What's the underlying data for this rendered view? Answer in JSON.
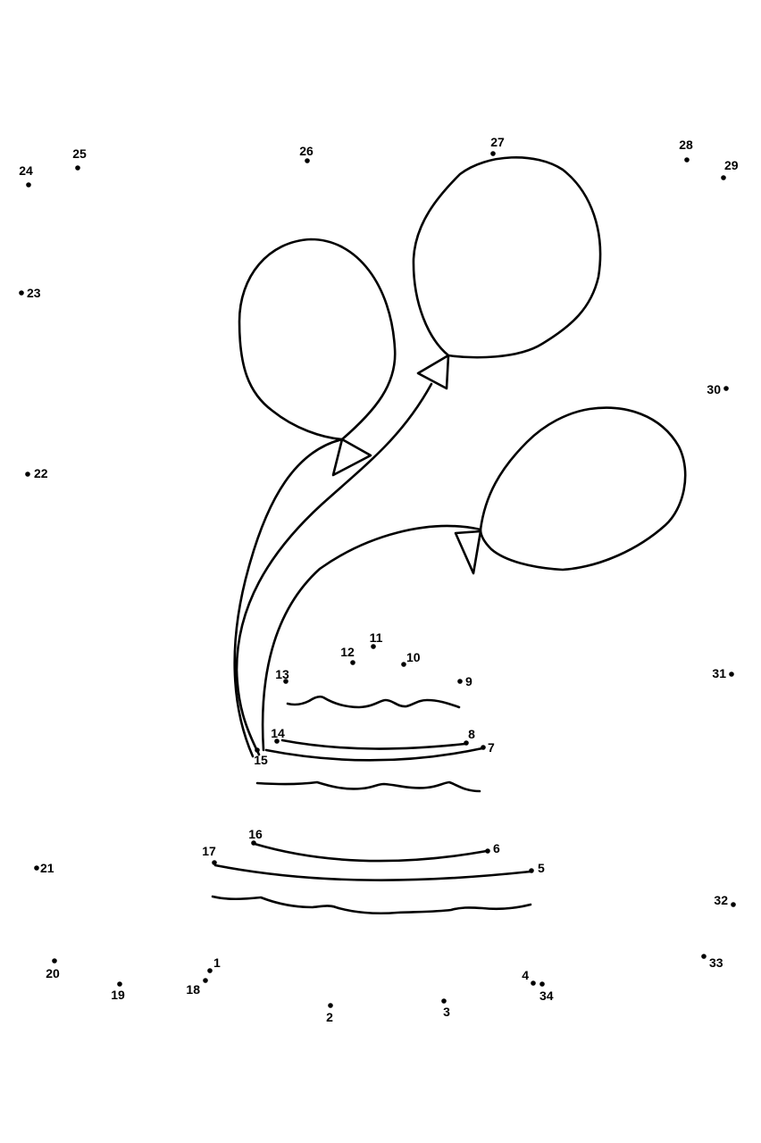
{
  "puzzle": {
    "dots": [
      {
        "label": "1"
      },
      {
        "label": "2"
      },
      {
        "label": "3"
      },
      {
        "label": "4"
      },
      {
        "label": "5"
      },
      {
        "label": "6"
      },
      {
        "label": "7"
      },
      {
        "label": "8"
      },
      {
        "label": "9"
      },
      {
        "label": "10"
      },
      {
        "label": "11"
      },
      {
        "label": "12"
      },
      {
        "label": "13"
      },
      {
        "label": "14"
      },
      {
        "label": "15"
      },
      {
        "label": "16"
      },
      {
        "label": "17"
      },
      {
        "label": "18"
      },
      {
        "label": "19"
      },
      {
        "label": "20"
      },
      {
        "label": "21"
      },
      {
        "label": "22"
      },
      {
        "label": "23"
      },
      {
        "label": "24"
      },
      {
        "label": "25"
      },
      {
        "label": "26"
      },
      {
        "label": "27"
      },
      {
        "label": "28"
      },
      {
        "label": "29"
      },
      {
        "label": "30"
      },
      {
        "label": "31"
      },
      {
        "label": "32"
      },
      {
        "label": "33"
      },
      {
        "label": "34"
      }
    ]
  }
}
